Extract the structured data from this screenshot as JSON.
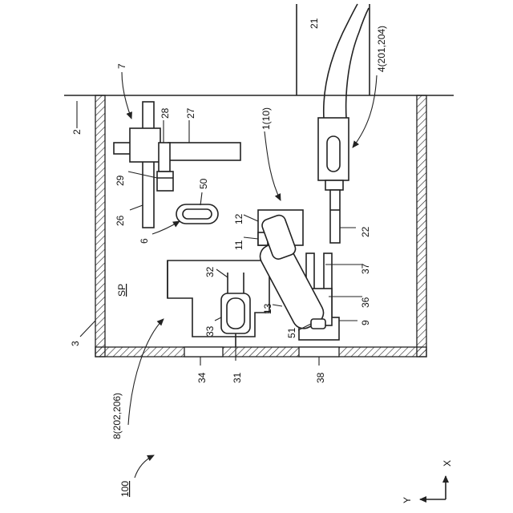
{
  "labels": {
    "l100": "100",
    "l2": "2",
    "l3": "3",
    "l7": "7",
    "l28": "28",
    "l27": "27",
    "l29": "29",
    "l26": "26",
    "l50": "50",
    "l6": "6",
    "l1_10": "1(10)",
    "l12": "12",
    "l11": "11",
    "l21": "21",
    "l4": "4(201,204)",
    "l22": "22",
    "l32": "32",
    "l33": "33",
    "l31": "31",
    "l34": "34",
    "l13": "13",
    "l51": "51",
    "l36": "36",
    "l37": "37",
    "l9": "9",
    "l38": "38",
    "l8": "8(202,206)",
    "sp": "SP",
    "axis_x": "X",
    "axis_y": "Y"
  }
}
